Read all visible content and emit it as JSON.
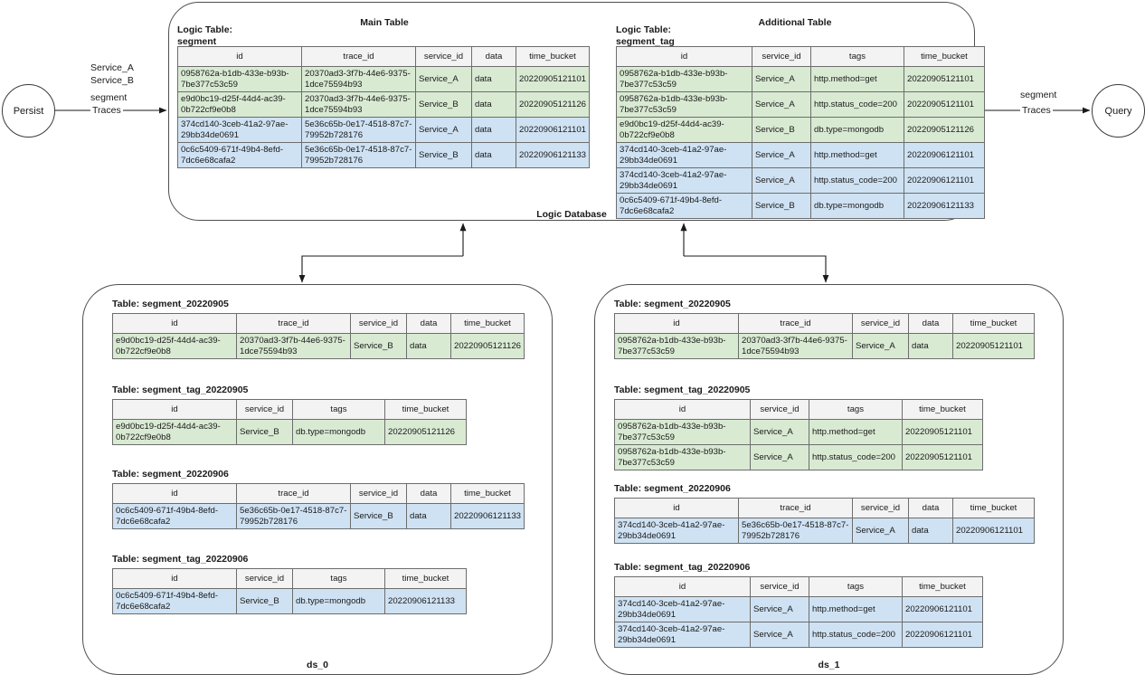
{
  "diagram": {
    "nodes": {
      "persist": "Persist",
      "query": "Query"
    },
    "edges": {
      "in_services": "Service_A\nService_B",
      "in_segment": "segment",
      "in_traces": "Traces",
      "out_segment": "segment",
      "out_traces": "Traces"
    },
    "containers": {
      "logic_database": "Logic Database",
      "ds_0": "ds_0",
      "ds_1": "ds_1"
    }
  },
  "logic_db": {
    "main": {
      "heading": "Main Table",
      "logic_label": "Logic Table:\nsegment",
      "columns": [
        "id",
        "trace_id",
        "service_id",
        "data",
        "time_bucket"
      ],
      "rows": [
        {
          "color": "green",
          "cells": [
            "0958762a-b1db-433e-b93b-7be377c53c59",
            "20370ad3-3f7b-44e6-9375-1dce75594b93",
            "Service_A",
            "data",
            "20220905121101"
          ]
        },
        {
          "color": "green",
          "cells": [
            "e9d0bc19-d25f-44d4-ac39-0b722cf9e0b8",
            "20370ad3-3f7b-44e6-9375-1dce75594b93",
            "Service_B",
            "data",
            "20220905121126"
          ]
        },
        {
          "color": "blue",
          "cells": [
            "374cd140-3ceb-41a2-97ae-29bb34de0691",
            "5e36c65b-0e17-4518-87c7-79952b728176",
            "Service_A",
            "data",
            "20220906121101"
          ]
        },
        {
          "color": "blue",
          "cells": [
            "0c6c5409-671f-49b4-8efd-7dc6e68cafa2",
            "5e36c65b-0e17-4518-87c7-79952b728176",
            "Service_B",
            "data",
            "20220906121133"
          ]
        }
      ]
    },
    "additional": {
      "heading": "Additional  Table",
      "logic_label": "Logic Table:\nsegment_tag",
      "columns": [
        "id",
        "service_id",
        "tags",
        "time_bucket"
      ],
      "rows": [
        {
          "color": "green",
          "cells": [
            "0958762a-b1db-433e-b93b-7be377c53c59",
            "Service_A",
            "http.method=get",
            "20220905121101"
          ]
        },
        {
          "color": "green",
          "cells": [
            "0958762a-b1db-433e-b93b-7be377c53c59",
            "Service_A",
            "http.status_code=200",
            "20220905121101"
          ]
        },
        {
          "color": "green",
          "cells": [
            "e9d0bc19-d25f-44d4-ac39-0b722cf9e0b8",
            "Service_B",
            "db.type=mongodb",
            "20220905121126"
          ]
        },
        {
          "color": "blue",
          "cells": [
            "374cd140-3ceb-41a2-97ae-29bb34de0691",
            "Service_A",
            "http.method=get",
            "20220906121101"
          ]
        },
        {
          "color": "blue",
          "cells": [
            "374cd140-3ceb-41a2-97ae-29bb34de0691",
            "Service_A",
            "http.status_code=200",
            "20220906121101"
          ]
        },
        {
          "color": "blue",
          "cells": [
            "0c6c5409-671f-49b4-8efd-7dc6e68cafa2",
            "Service_B",
            "db.type=mongodb",
            "20220906121133"
          ]
        }
      ]
    }
  },
  "ds0": {
    "segment_20220905": {
      "title": "Table: segment_20220905",
      "columns": [
        "id",
        "trace_id",
        "service_id",
        "data",
        "time_bucket"
      ],
      "rows": [
        {
          "color": "green",
          "cells": [
            "e9d0bc19-d25f-44d4-ac39-0b722cf9e0b8",
            "20370ad3-3f7b-44e6-9375-1dce75594b93",
            "Service_B",
            "data",
            "20220905121126"
          ]
        }
      ]
    },
    "segment_tag_20220905": {
      "title": "Table: segment_tag_20220905",
      "columns": [
        "id",
        "service_id",
        "tags",
        "time_bucket"
      ],
      "rows": [
        {
          "color": "green",
          "cells": [
            "e9d0bc19-d25f-44d4-ac39-0b722cf9e0b8",
            "Service_B",
            "db.type=mongodb",
            "20220905121126"
          ]
        }
      ]
    },
    "segment_20220906": {
      "title": "Table: segment_20220906",
      "columns": [
        "id",
        "trace_id",
        "service_id",
        "data",
        "time_bucket"
      ],
      "rows": [
        {
          "color": "blue",
          "cells": [
            "0c6c5409-671f-49b4-8efd-7dc6e68cafa2",
            "5e36c65b-0e17-4518-87c7-79952b728176",
            "Service_B",
            "data",
            "20220906121133"
          ]
        }
      ]
    },
    "segment_tag_20220906": {
      "title": "Table: segment_tag_20220906",
      "columns": [
        "id",
        "service_id",
        "tags",
        "time_bucket"
      ],
      "rows": [
        {
          "color": "blue",
          "cells": [
            "0c6c5409-671f-49b4-8efd-7dc6e68cafa2",
            "Service_B",
            "db.type=mongodb",
            "20220906121133"
          ]
        }
      ]
    }
  },
  "ds1": {
    "segment_20220905": {
      "title": "Table: segment_20220905",
      "columns": [
        "id",
        "trace_id",
        "service_id",
        "data",
        "time_bucket"
      ],
      "rows": [
        {
          "color": "green",
          "cells": [
            "0958762a-b1db-433e-b93b-7be377c53c59",
            "20370ad3-3f7b-44e6-9375-1dce75594b93",
            "Service_A",
            "data",
            "20220905121101"
          ]
        }
      ]
    },
    "segment_tag_20220905": {
      "title": "Table: segment_tag_20220905",
      "columns": [
        "id",
        "service_id",
        "tags",
        "time_bucket"
      ],
      "rows": [
        {
          "color": "green",
          "cells": [
            "0958762a-b1db-433e-b93b-7be377c53c59",
            "Service_A",
            "http.method=get",
            "20220905121101"
          ]
        },
        {
          "color": "green",
          "cells": [
            "0958762a-b1db-433e-b93b-7be377c53c59",
            "Service_A",
            "http.status_code=200",
            "20220905121101"
          ]
        }
      ]
    },
    "segment_20220906": {
      "title": "Table: segment_20220906",
      "columns": [
        "id",
        "trace_id",
        "service_id",
        "data",
        "time_bucket"
      ],
      "rows": [
        {
          "color": "blue",
          "cells": [
            "374cd140-3ceb-41a2-97ae-29bb34de0691",
            "5e36c65b-0e17-4518-87c7-79952b728176",
            "Service_A",
            "data",
            "20220906121101"
          ]
        }
      ]
    },
    "segment_tag_20220906": {
      "title": "Table: segment_tag_20220906",
      "columns": [
        "id",
        "service_id",
        "tags",
        "time_bucket"
      ],
      "rows": [
        {
          "color": "blue",
          "cells": [
            "374cd140-3ceb-41a2-97ae-29bb34de0691",
            "Service_A",
            "http.method=get",
            "20220906121101"
          ]
        },
        {
          "color": "blue",
          "cells": [
            "374cd140-3ceb-41a2-97ae-29bb34de0691",
            "Service_A",
            "http.status_code=200",
            "20220906121101"
          ]
        }
      ]
    }
  },
  "colors": {
    "row_green": "#d9ead3",
    "row_blue": "#cfe2f3",
    "header_gray": "#f3f3f3",
    "border": "#6d6d6d",
    "stroke": "#4f4f4f"
  }
}
